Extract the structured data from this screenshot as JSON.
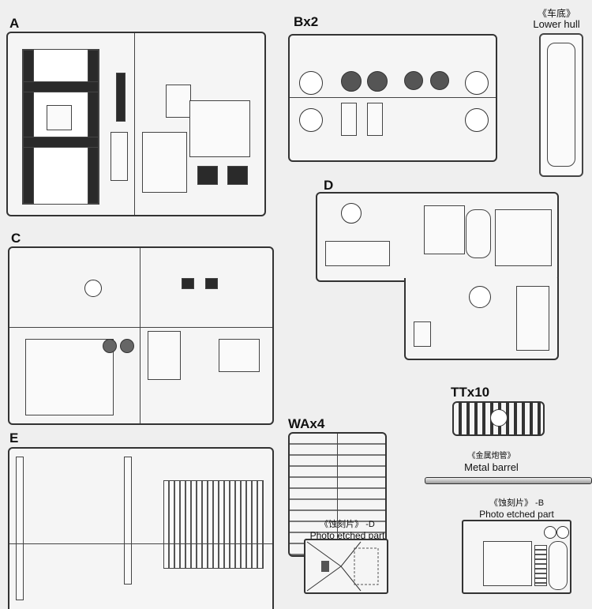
{
  "sprues": {
    "a": {
      "label": "A"
    },
    "b": {
      "label": "Bx2"
    },
    "c": {
      "label": "C"
    },
    "d": {
      "label": "D"
    },
    "e": {
      "label": "E"
    },
    "wa": {
      "label": "WAx4"
    },
    "tt": {
      "label": "TTx10"
    }
  },
  "lower_hull": {
    "zh": "《车底》",
    "en": "Lower hull"
  },
  "metal_barrel": {
    "zh": "《金属炮管》",
    "en": "Metal barrel"
  },
  "pe_d": {
    "zh": "《蚀刻片》 -D",
    "en": "Photo etched part"
  },
  "pe_b": {
    "zh": "《蚀刻片》 -B",
    "en": "Photo etched part"
  }
}
